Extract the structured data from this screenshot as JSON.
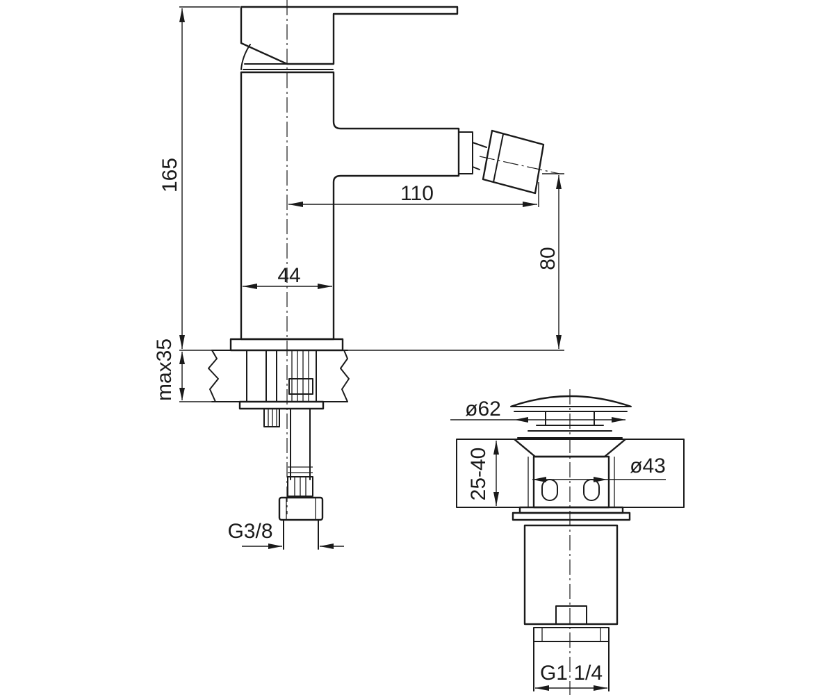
{
  "dimensions": {
    "height_total": "165",
    "spout_reach": "110",
    "spout_height": "80",
    "body_diameter": "44",
    "max_deck_thickness": "max35",
    "connection_thread": "G3/8",
    "waste_cap_diameter": "ø62",
    "waste_body_diameter": "ø43",
    "waste_deck_range": "25-40",
    "waste_thread": "G1 1/4"
  }
}
